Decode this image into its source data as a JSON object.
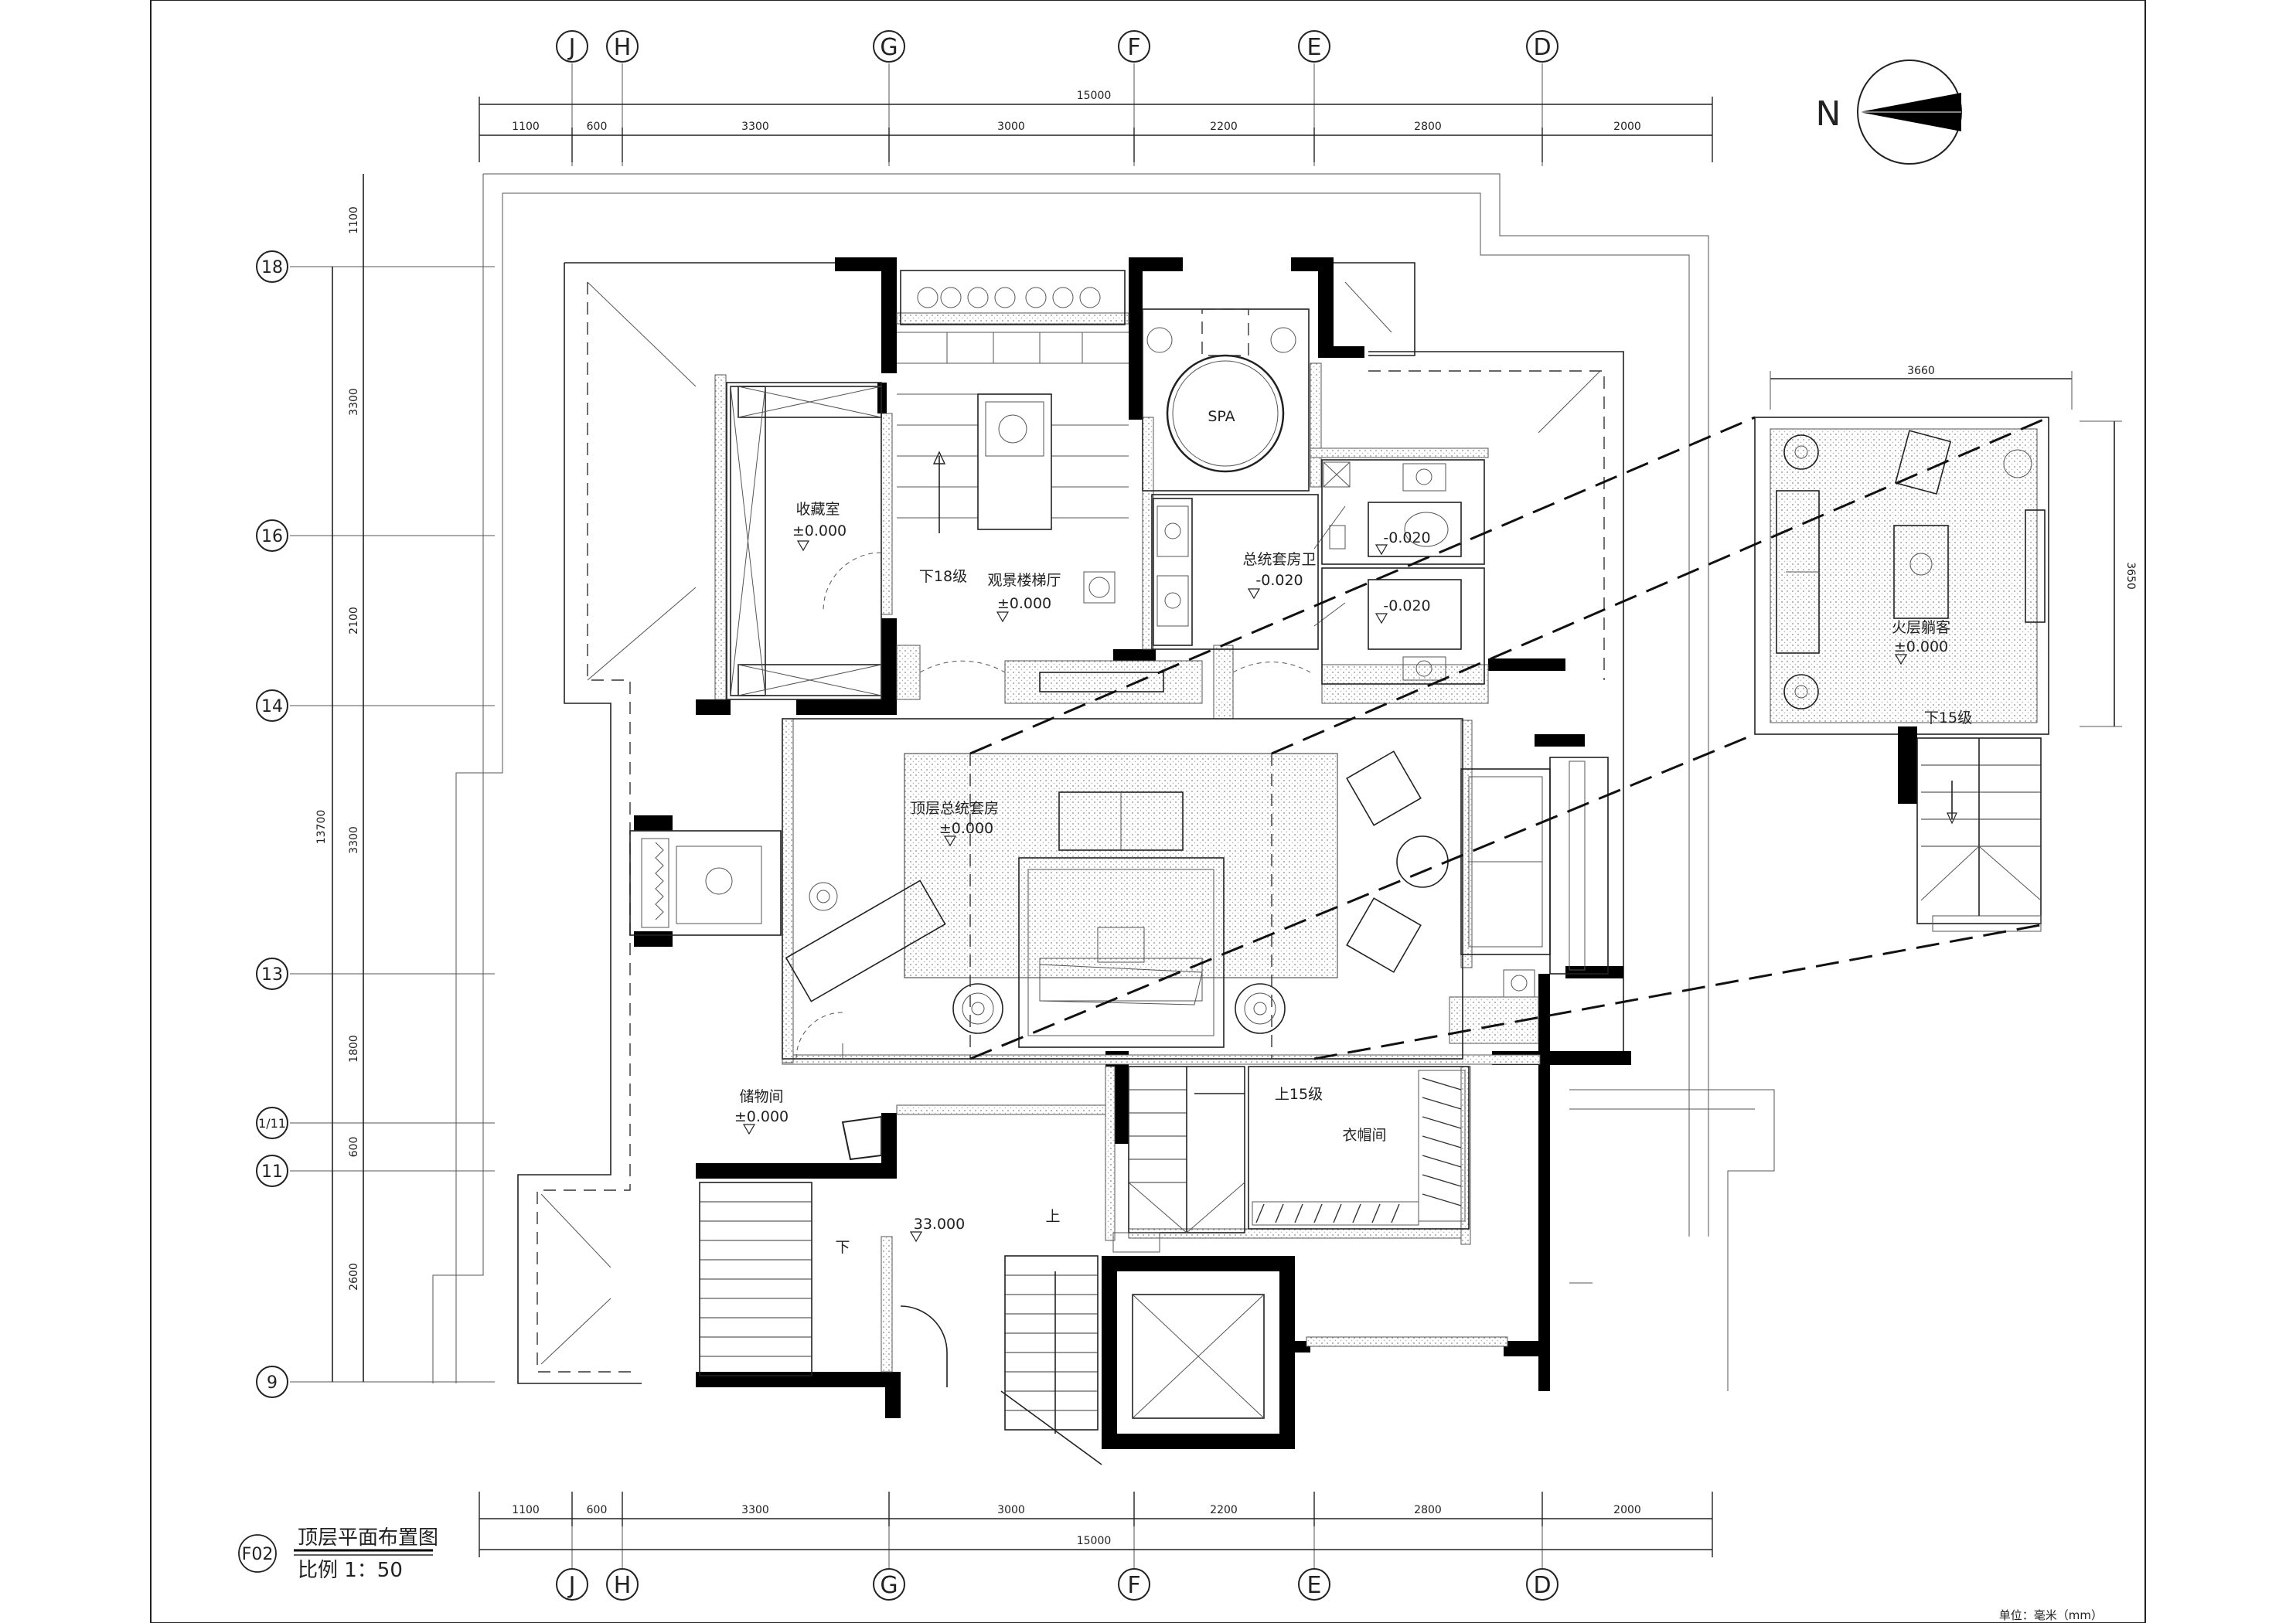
{
  "grid_columns": [
    "J",
    "H",
    "G",
    "F",
    "E",
    "D"
  ],
  "grid_rows": [
    "18",
    "16",
    "14",
    "13",
    "1/11",
    "11",
    "9"
  ],
  "top_dimensions": {
    "total": "15000",
    "segments": [
      "1100",
      "600",
      "3300",
      "3000",
      "2200",
      "2800",
      "2000"
    ]
  },
  "left_dimensions": {
    "total": "13700",
    "segments": [
      "1100",
      "3300",
      "2100",
      "3300",
      "1800",
      "600",
      "2600"
    ]
  },
  "inset_dimensions": {
    "width": "3660",
    "height": "3650"
  },
  "north_label": "N",
  "rooms": {
    "storage_room": {
      "name": "收藏室",
      "level": "±0.000"
    },
    "stair_hall": {
      "name": "观景楼梯厅",
      "level": "±0.000",
      "stair": "下18级"
    },
    "spa": {
      "name": "SPA"
    },
    "master_bath": {
      "name": "总统套房卫",
      "level": "-0.020"
    },
    "wc_upper_level": "-0.020",
    "wc_lower_level": "-0.020",
    "suite": {
      "name": "顶层总统套房",
      "level": "±0.000"
    },
    "store_room": {
      "name": "储物间",
      "level": "±0.000"
    },
    "stair_down": "下",
    "stair_up": "上",
    "level_33": "33.000",
    "up15": "上15级",
    "cloak": {
      "name": "衣帽间"
    },
    "loft": {
      "name": "火层躺客",
      "level": "±0.000",
      "stair": "下15级"
    }
  },
  "title_block": {
    "code": "F02",
    "title": "顶层平面布置图",
    "scale": "比例 1：50"
  },
  "unit_note": "单位：毫米（mm）",
  "colors": {
    "line": "#222222",
    "wall": "#000000",
    "background": "#ffffff"
  }
}
